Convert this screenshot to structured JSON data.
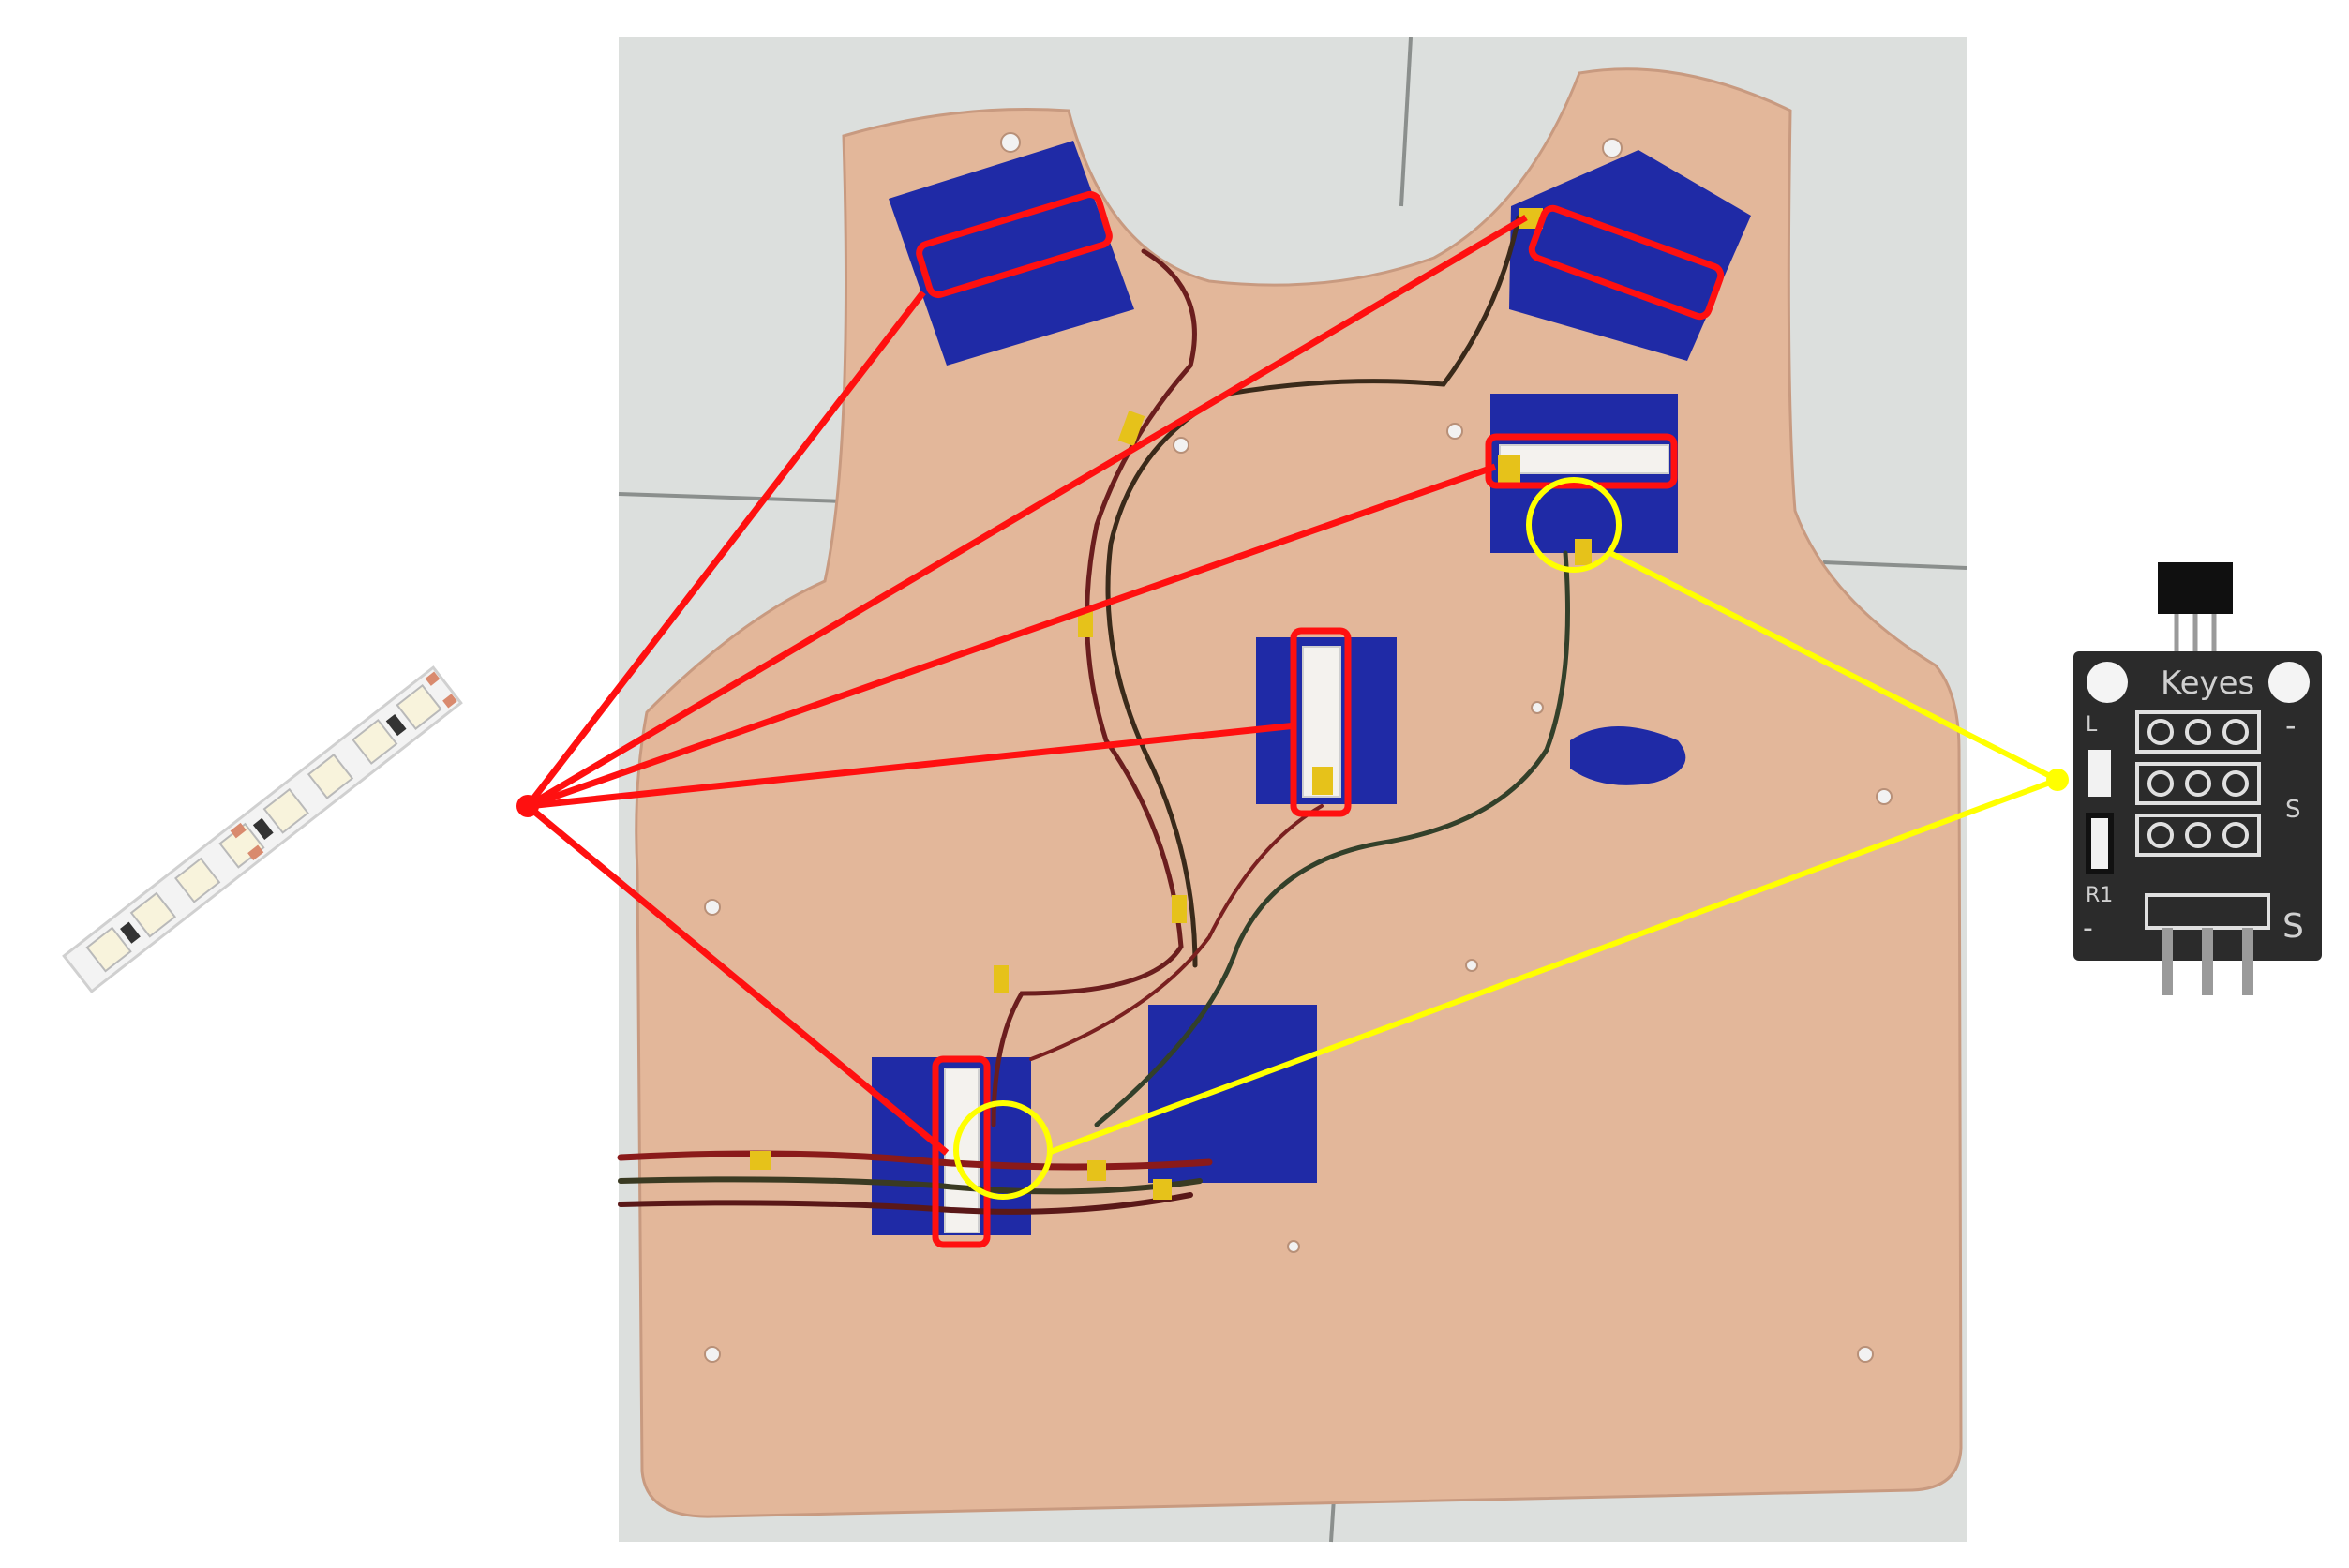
{
  "figure": {
    "module": {
      "brand": "Keyes",
      "pin_minus_top": "-",
      "pin_s_middle": "S",
      "pin_minus_bottom": "-",
      "pin_s_bottom": "S",
      "label_l": "L",
      "label_r1": "R1"
    },
    "colors": {
      "led_callout": "#ff1010",
      "sensor_callout": "#ffff00",
      "vest_skin": "#e3b79a",
      "patch_blue": "#1f2aa6",
      "floor_tile": "#dfe2e0"
    },
    "icons": [
      "led-strip-icon",
      "hall-sensor-module-icon"
    ]
  }
}
